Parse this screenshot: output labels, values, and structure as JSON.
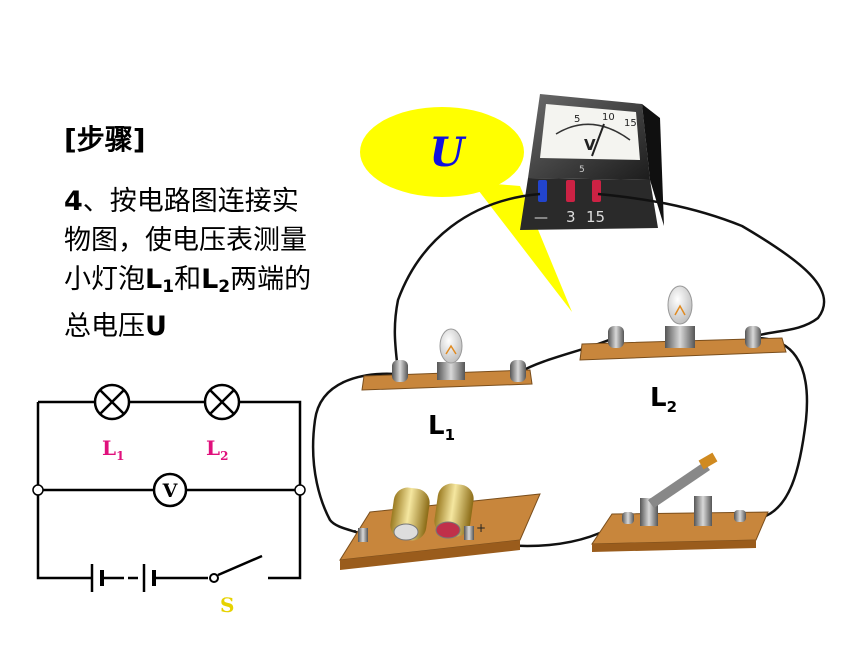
{
  "steps_title": "[步骤]",
  "step": {
    "number": "4",
    "line1_rest": "、按电路图连接实",
    "line2": "物图，使电压表测量",
    "line3_a": "小灯泡",
    "l1_letter": "L",
    "l1_sub": "1",
    "line3_b": "和",
    "l2_letter": "L",
    "l2_sub": "2",
    "line3_c": "两端的",
    "line4_a": "总电压",
    "line4_u": "U"
  },
  "bubble_label": "U",
  "voltmeter": {
    "scale_labels": [
      "5",
      "10",
      "15"
    ],
    "needle_letter": "V",
    "small_label": "5",
    "terminal_labels": [
      "—",
      "3",
      "15"
    ]
  },
  "photo_labels": {
    "l1_letter": "L",
    "l1_sub": "1",
    "l2_letter": "L",
    "l2_sub": "2"
  },
  "schematic": {
    "l1_letter": "L",
    "l1_sub": "1",
    "l2_letter": "L",
    "l2_sub": "2",
    "voltmeter_symbol": "V",
    "switch_label": "S"
  },
  "battery_signs": [
    "-",
    "+"
  ],
  "colors": {
    "bubble": "#FFFF00",
    "label_u": "#1010E0",
    "schematic_lamp_label": "#E0107C",
    "switch_label": "#E6D200",
    "board": "#C8863C",
    "wire": "#111111"
  }
}
